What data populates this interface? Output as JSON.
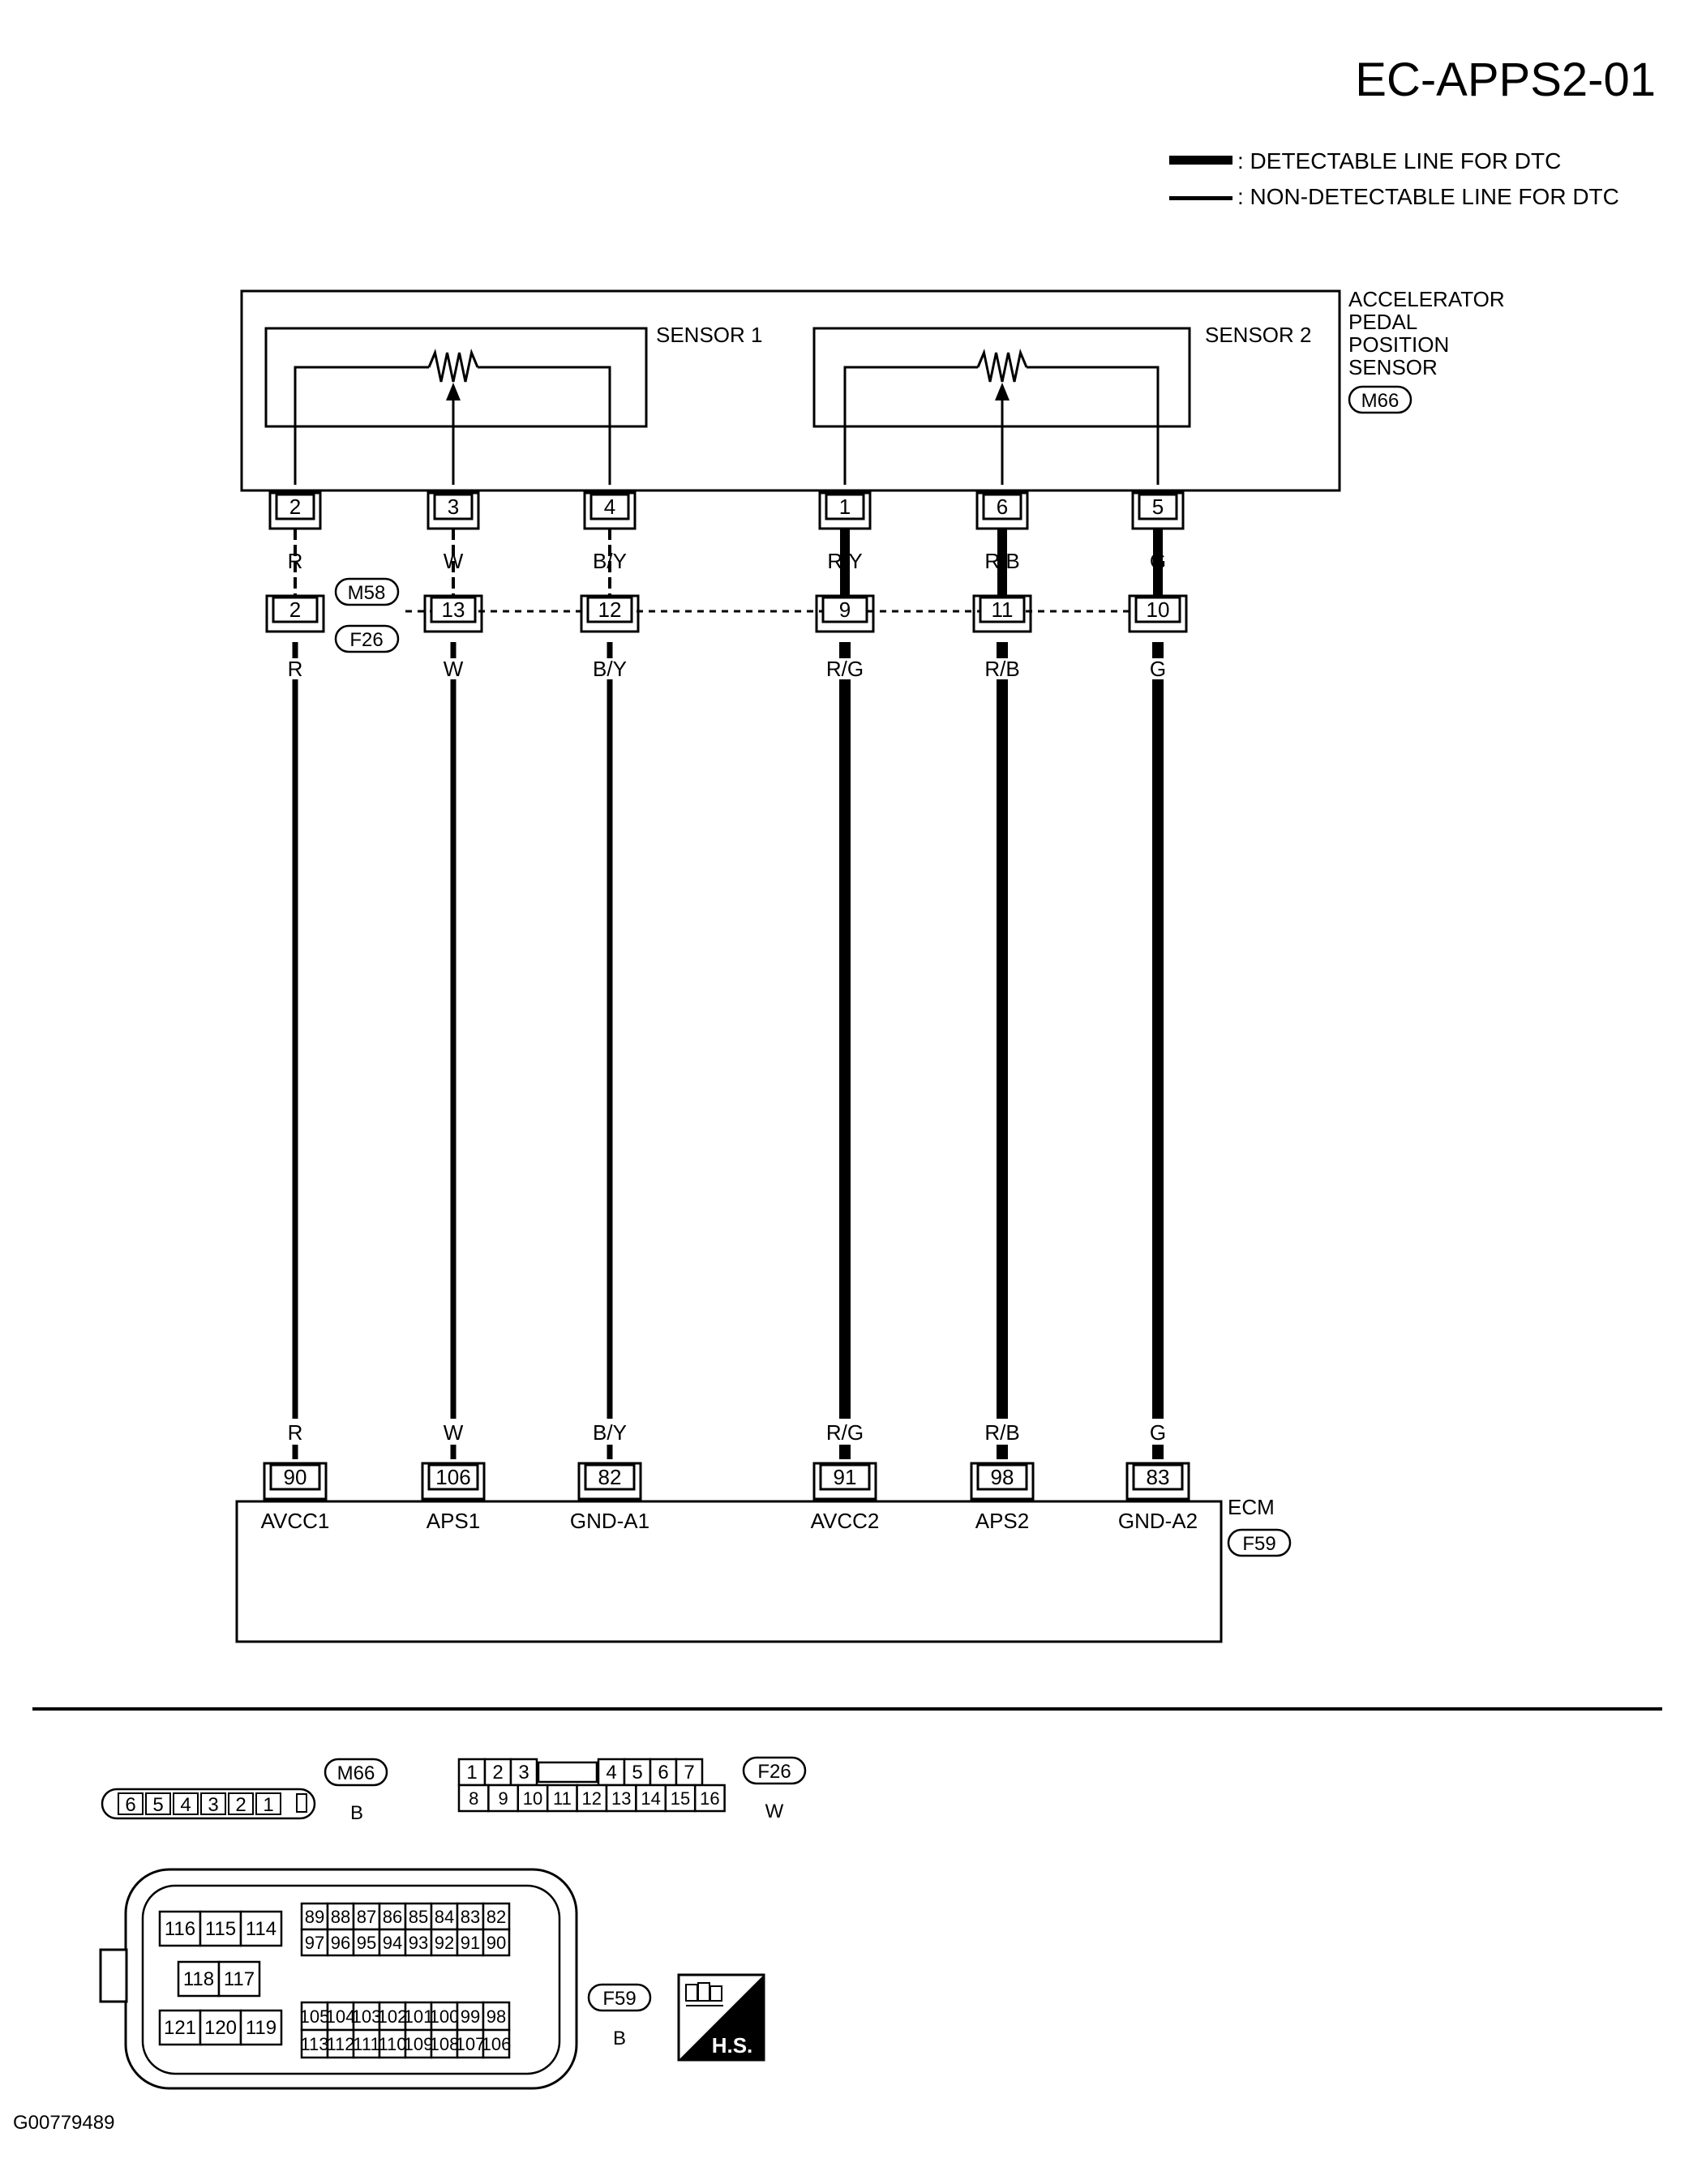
{
  "title": "EC-APPS2-01",
  "legend": {
    "detectable": ": DETECTABLE LINE FOR DTC",
    "non_detectable": ": NON-DETECTABLE LINE FOR DTC"
  },
  "sensor_unit": {
    "name_lines": [
      "ACCELERATOR",
      "PEDAL",
      "POSITION",
      "SENSOR"
    ],
    "connector": "M66",
    "sensor1_label": "SENSOR 1",
    "sensor2_label": "SENSOR 2"
  },
  "joint_connector": {
    "top": "M58",
    "bottom": "F26"
  },
  "ecm": {
    "name": "ECM",
    "connector": "F59"
  },
  "circuits": [
    {
      "sensor_pin": "2",
      "color_top": "R",
      "joint_pin": "2",
      "color_mid": "R",
      "color_bot": "R",
      "ecm_pin": "90",
      "ecm_label": "AVCC1",
      "detectable": false
    },
    {
      "sensor_pin": "3",
      "color_top": "W",
      "joint_pin": "13",
      "color_mid": "W",
      "color_bot": "W",
      "ecm_pin": "106",
      "ecm_label": "APS1",
      "detectable": false
    },
    {
      "sensor_pin": "4",
      "color_top": "B/Y",
      "joint_pin": "12",
      "color_mid": "B/Y",
      "color_bot": "B/Y",
      "ecm_pin": "82",
      "ecm_label": "GND-A1",
      "detectable": false
    },
    {
      "sensor_pin": "1",
      "color_top": "R/Y",
      "joint_pin": "9",
      "color_mid": "R/G",
      "color_bot": "R/G",
      "ecm_pin": "91",
      "ecm_label": "AVCC2",
      "detectable": true
    },
    {
      "sensor_pin": "6",
      "color_top": "R/B",
      "joint_pin": "11",
      "color_mid": "R/B",
      "color_bot": "R/B",
      "ecm_pin": "98",
      "ecm_label": "APS2",
      "detectable": true
    },
    {
      "sensor_pin": "5",
      "color_top": "G",
      "joint_pin": "10",
      "color_mid": "G",
      "color_bot": "G",
      "ecm_pin": "83",
      "ecm_label": "GND-A2",
      "detectable": true
    }
  ],
  "connector_views": {
    "m66": {
      "id": "M66",
      "color": "B",
      "pins": [
        "6",
        "5",
        "4",
        "3",
        "2",
        "1"
      ]
    },
    "f26": {
      "id": "F26",
      "color": "W",
      "row1": [
        "1",
        "2",
        "3",
        "",
        "4",
        "5",
        "6",
        "7"
      ],
      "row2": [
        "8",
        "9",
        "10",
        "11",
        "12",
        "13",
        "14",
        "15",
        "16"
      ]
    },
    "f59": {
      "id": "F59",
      "color": "B",
      "left_rows": [
        [
          "116",
          "115",
          "114"
        ],
        [
          "118",
          "117"
        ],
        [
          "121",
          "120",
          "119"
        ]
      ],
      "upper_rows": [
        [
          "89",
          "88",
          "87",
          "86",
          "85",
          "84",
          "83",
          "82"
        ],
        [
          "97",
          "96",
          "95",
          "94",
          "93",
          "92",
          "91",
          "90"
        ]
      ],
      "lower_rows": [
        [
          "105",
          "104",
          "103",
          "102",
          "101",
          "100",
          "99",
          "98"
        ],
        [
          "113",
          "112",
          "111",
          "110",
          "109",
          "108",
          "107",
          "106"
        ]
      ]
    }
  },
  "hs_label": "H.S.",
  "figure_id": "G00779489"
}
